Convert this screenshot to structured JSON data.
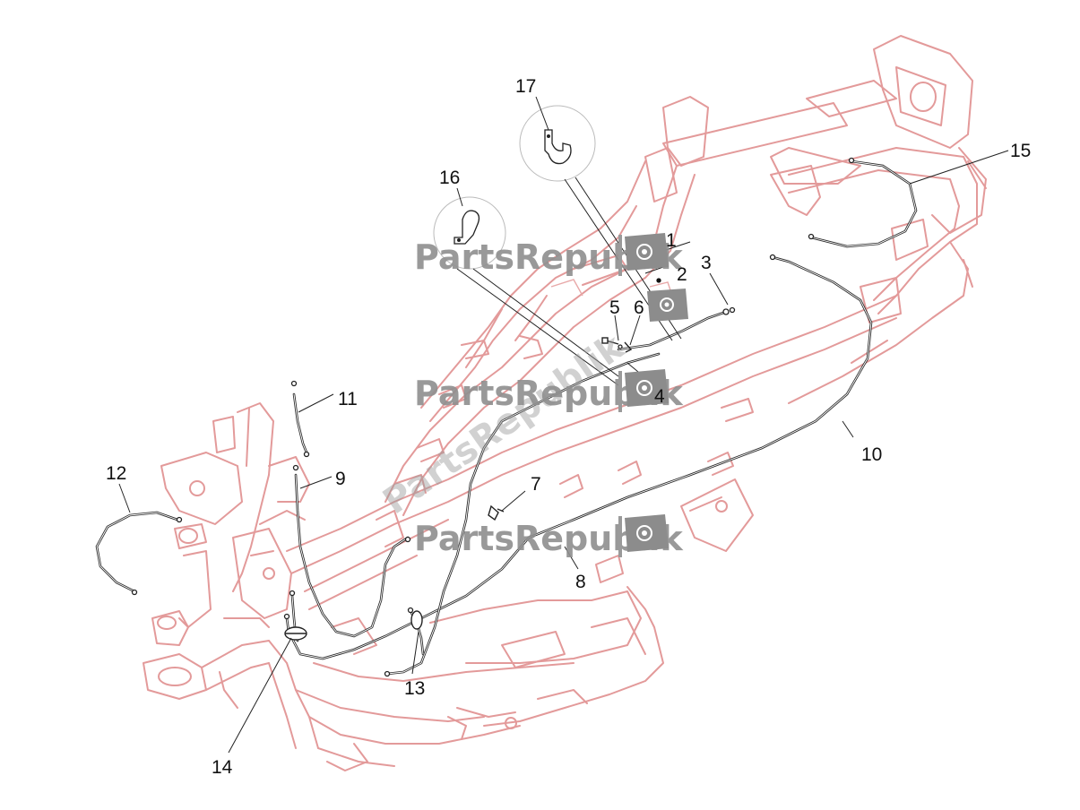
{
  "watermark": {
    "text": "PartsRepublik",
    "color": "#8f8f8f",
    "icon": "gear-flag-icon"
  },
  "colors": {
    "frame": "#e39a9a",
    "cable": "#2a2a2a",
    "text": "#111111"
  },
  "callouts": {
    "c1": "1",
    "c2": "2",
    "c3": "3",
    "c4": "4",
    "c5": "5",
    "c6": "6",
    "c7": "7",
    "c8": "8",
    "c9": "9",
    "c10": "10",
    "c11": "11",
    "c12": "12",
    "c13": "13",
    "c14": "14",
    "c15": "15",
    "c16": "16",
    "c17": "17"
  }
}
